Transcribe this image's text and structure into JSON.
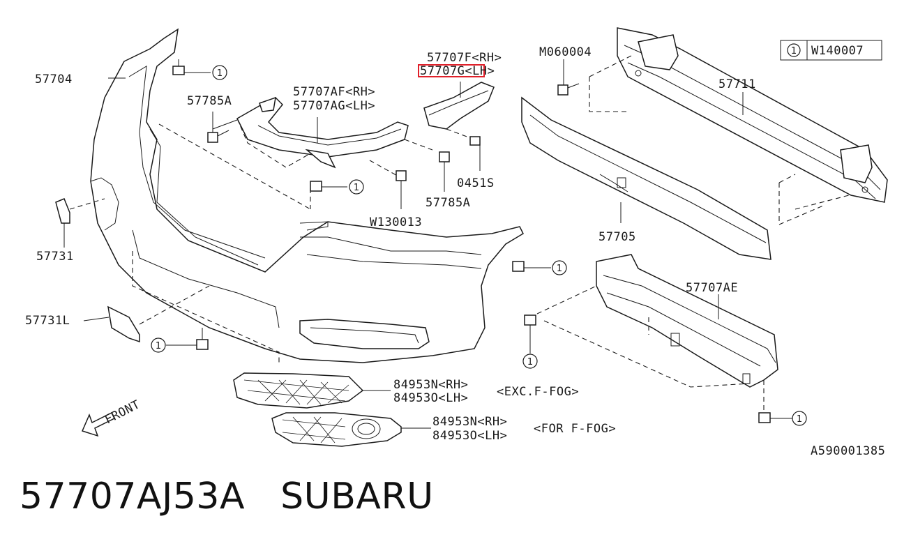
{
  "legend": {
    "symbol": "1",
    "code": "W140007"
  },
  "labels": {
    "p57704": "57704",
    "p57785A_top": "57785A",
    "p57731": "57731",
    "p57731L": "57731L",
    "p57707AF": "57707AF<RH>",
    "p57707AG": "57707AG<LH>",
    "p57707F": "57707F<RH>",
    "p57707G": "57707G<LH>",
    "pM060004": "M060004",
    "p57711": "57711",
    "p04515": "0451S",
    "p57785A_bot": "57785A",
    "pW130013": "W130013",
    "p57705": "57705",
    "p57707AE": "57707AE",
    "p84953N_1": "84953N<RH>",
    "p84953O_1": "84953O<LH>",
    "note_exc": "<EXC.F-FOG>",
    "p84953N_2": "84953N<RH>",
    "p84953O_2": "84953O<LH>",
    "note_for": "<FOR F-FOG>",
    "front": "FRONT",
    "ref": "A590001385"
  },
  "circle_symbol": "1",
  "highlight": {
    "part": "57707G",
    "color": "#e0202a"
  },
  "caption": "57707AJ53A   SUBARU"
}
